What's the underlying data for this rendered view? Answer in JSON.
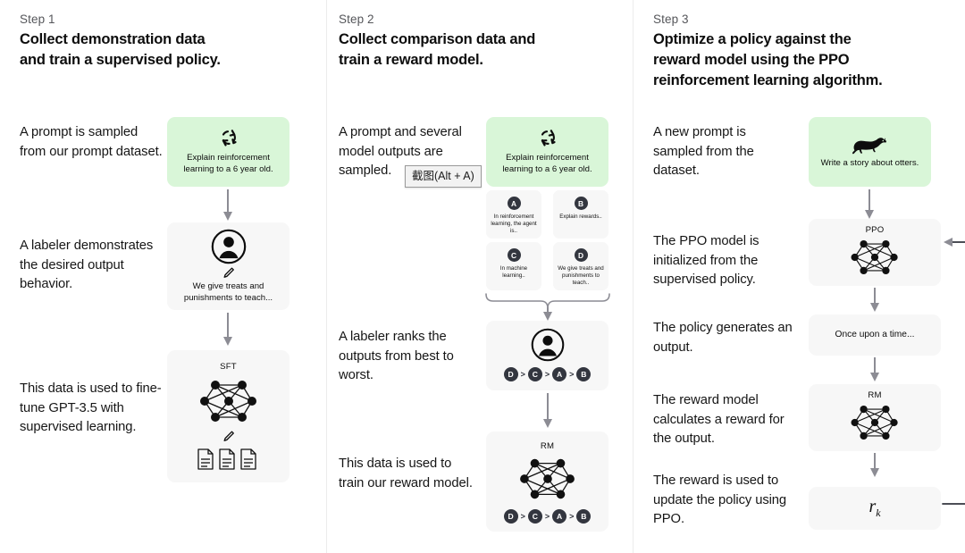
{
  "steps": [
    {
      "label": "Step 1",
      "title": "Collect demonstration data and train a supervised policy.",
      "title_line1": "Collect demonstration data",
      "title_line2": "and train a supervised policy.",
      "narratives": [
        "A prompt is sampled from our prompt dataset.",
        "A labeler demonstrates the desired output behavior.",
        "This data is used to fine-tune GPT-3.5 with supervised learning."
      ],
      "cards": [
        {
          "name": "prompt-card",
          "icon": "refresh-cycle-icon",
          "text": "Explain reinforcement learning to a 6 year old.",
          "style": "green"
        },
        {
          "name": "labeler-card",
          "icon": "person-icon",
          "sub_icon": "pencil-icon",
          "text": "We give treats and punishments to teach...",
          "style": "gray"
        },
        {
          "name": "sft-model-card",
          "title": "SFT",
          "icon": "neural-network-icon",
          "sub_icon": "pencil-icon",
          "extra_icon": "documents-icon",
          "style": "gray"
        }
      ]
    },
    {
      "label": "Step 2",
      "title": "Collect comparison data and train a reward model.",
      "title_line1": "Collect comparison data and",
      "title_line2": "train a reward model.",
      "narratives": [
        "A prompt and several model outputs are sampled.",
        "A labeler ranks the outputs from best to worst.",
        "This data is used to train our reward model."
      ],
      "cards": [
        {
          "name": "prompt-card",
          "icon": "refresh-cycle-icon",
          "text": "Explain reinforcement learning to a 6 year old.",
          "style": "green"
        },
        {
          "name": "ranking-card",
          "icon": "person-icon",
          "ranking": "D > C > A > B",
          "style": "gray"
        },
        {
          "name": "reward-model-card",
          "title": "RM",
          "icon": "neural-network-icon",
          "ranking": "D > C > A > B",
          "style": "gray"
        }
      ],
      "outputs": [
        {
          "badge": "A",
          "text": "In reinforcement learning, the agent is.."
        },
        {
          "badge": "B",
          "text": "Explain rewards.."
        },
        {
          "badge": "C",
          "text": "In machine learning.."
        },
        {
          "badge": "D",
          "text": "We give treats and punishments to teach.."
        }
      ],
      "ranking_tokens": [
        "D",
        ">",
        "C",
        ">",
        "A",
        ">",
        "B"
      ]
    },
    {
      "label": "Step 3",
      "title": "Optimize a policy against the reward model using the PPO reinforcement learning algorithm.",
      "title_line1": "Optimize a policy against the",
      "title_line2": "reward model using the PPO",
      "title_line3": "reinforcement learning algorithm.",
      "narratives": [
        "A new prompt is sampled from the dataset.",
        "The PPO model is initialized from the supervised policy.",
        "The policy generates an output.",
        "The reward model calculates a reward for the output.",
        "The reward is used to update the policy using PPO."
      ],
      "cards": [
        {
          "name": "new-prompt-card",
          "icon": "otter-icon",
          "text": "Write a story about otters.",
          "style": "green"
        },
        {
          "name": "ppo-model-card",
          "title": "PPO",
          "icon": "neural-network-icon",
          "style": "gray"
        },
        {
          "name": "generated-output-card",
          "text": "Once upon a time...",
          "style": "gray"
        },
        {
          "name": "reward-model-card",
          "title": "RM",
          "icon": "neural-network-icon",
          "style": "gray"
        },
        {
          "name": "reward-value-card",
          "text": "r",
          "subscript": "k",
          "style": "gray"
        }
      ]
    }
  ],
  "overlay": {
    "tooltip": "截图(Alt + A)"
  },
  "colors": {
    "green_card": "#d9f6d8",
    "gray_card": "#f7f7f7",
    "badge": "#33363f",
    "arrow": "#8c8c94",
    "divider": "#ececec",
    "step_label": "#55565a"
  }
}
